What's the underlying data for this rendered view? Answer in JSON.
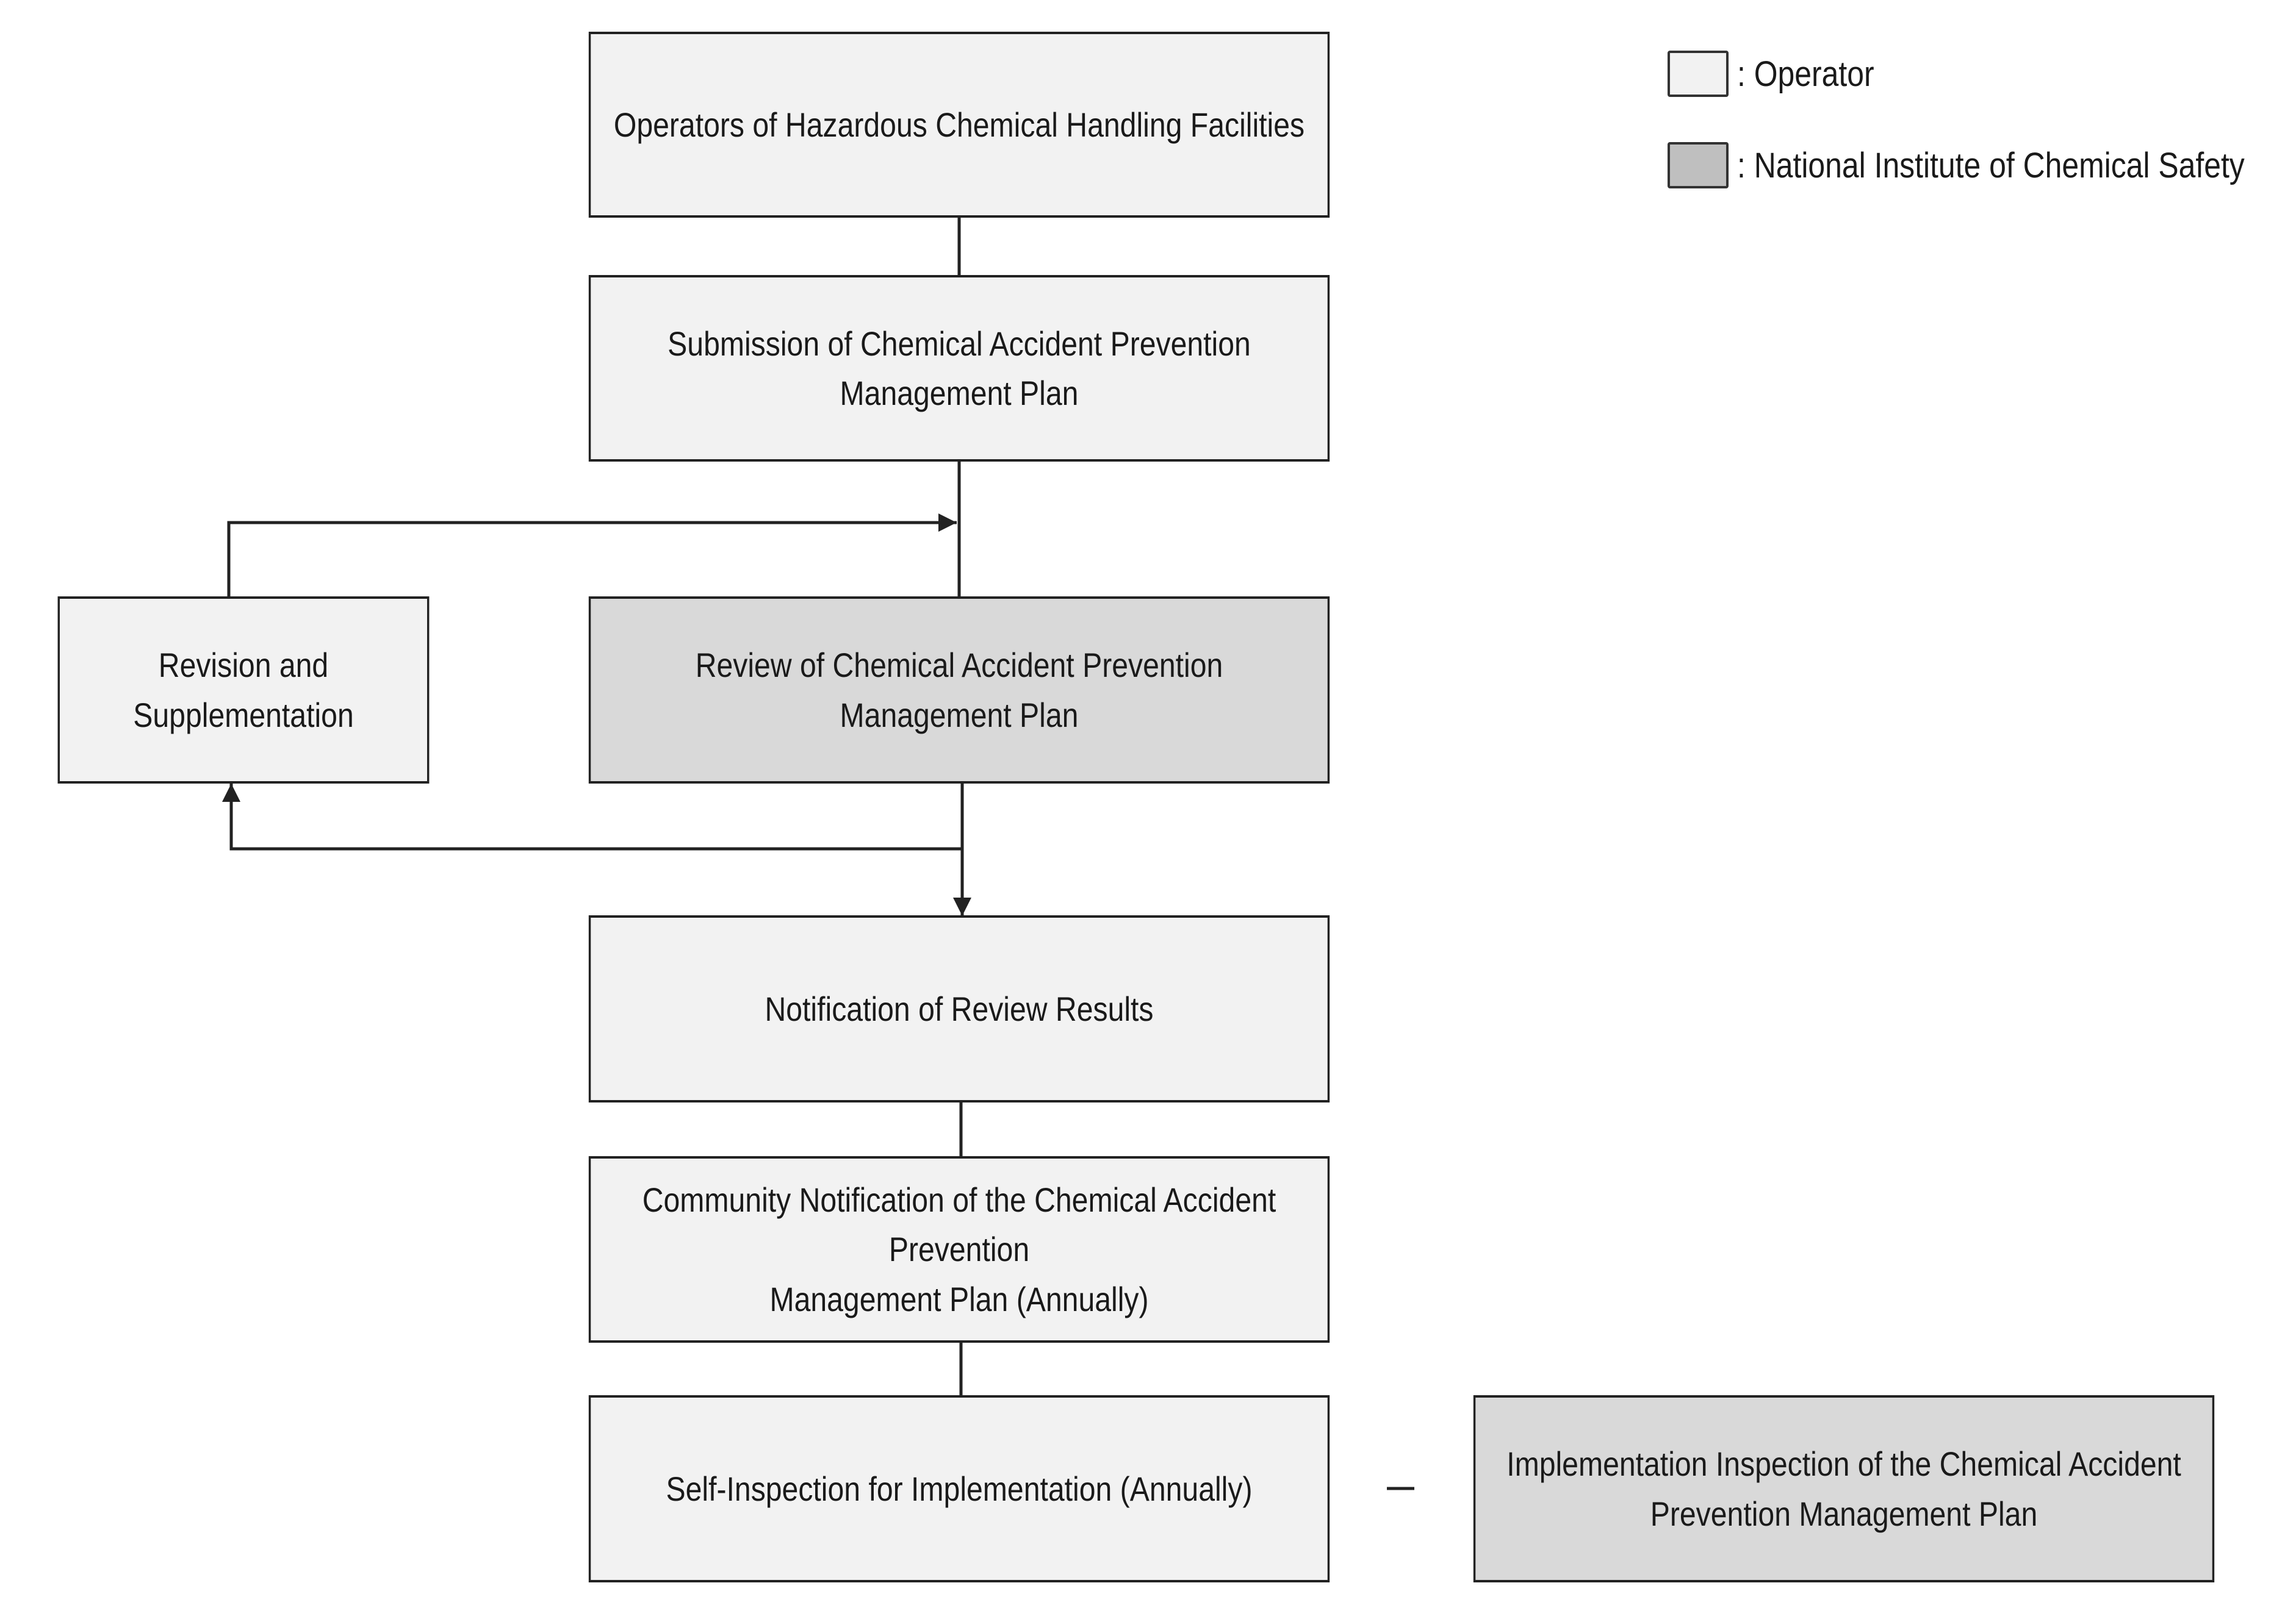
{
  "legend": [
    {
      "label": ": Operator",
      "color": "#f2f2f2"
    },
    {
      "label": ": National Institute of Chemical Safety",
      "color": "#bfbfbf"
    }
  ],
  "nodes": {
    "operators": {
      "lines": [
        "Operators of Hazardous Chemical Handling Facilities"
      ],
      "role": "operator"
    },
    "submission": {
      "lines": [
        "Submission of Chemical Accident Prevention Management Plan"
      ],
      "role": "operator"
    },
    "revision": {
      "lines": [
        "Revision and",
        "Supplementation"
      ],
      "role": "operator"
    },
    "review": {
      "lines": [
        "Review of Chemical Accident Prevention Management Plan"
      ],
      "role": "institute"
    },
    "notification": {
      "lines": [
        "Notification of Review Results"
      ],
      "role": "operator"
    },
    "community": {
      "lines": [
        "Community Notification of the Chemical Accident Prevention",
        "Management Plan (Annually)"
      ],
      "role": "operator"
    },
    "self_inspection": {
      "lines": [
        "Self-Inspection for Implementation (Annually)"
      ],
      "role": "operator"
    },
    "implementation": {
      "lines": [
        "Implementation Inspection of the Chemical Accident",
        "Prevention Management Plan"
      ],
      "role": "institute"
    }
  },
  "colors": {
    "operator_fill": "#f2f2f2",
    "institute_fill": "#d9d9d9",
    "line": "#222222"
  }
}
